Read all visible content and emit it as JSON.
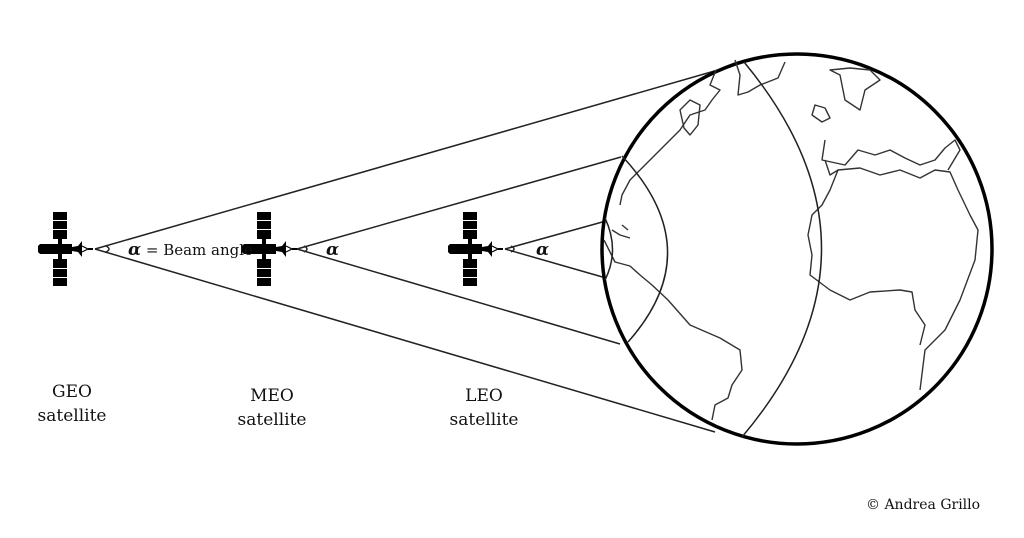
{
  "satellites": [
    {
      "orbit": "GEO",
      "label_line2": "satellite"
    },
    {
      "orbit": "MEO",
      "label_line2": "satellite"
    },
    {
      "orbit": "LEO",
      "label_line2": "satellite"
    }
  ],
  "beam": {
    "symbol": "α",
    "text": "= Beam angle"
  },
  "copyright": "© Andrea Grillo"
}
